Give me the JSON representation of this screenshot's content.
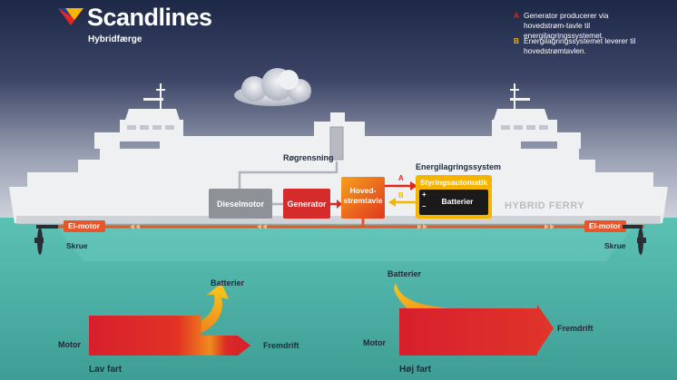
{
  "header": {
    "brand": "Scandlines",
    "subtitle": "Hybridfærge"
  },
  "legend": {
    "a_letter": "A",
    "a_text": "Generator producerer via hovedstrøm-tavle til energilagringssystemet.",
    "b_letter": "B",
    "b_text": "Energilagringssystemet leverer til hovedstrømtavlen."
  },
  "ship": {
    "exhaust_label": "Røgrensning",
    "storage_title": "Energilagringssystem",
    "diesel_label": "Dieselmotor",
    "generator_label": "Generator",
    "switchboard_label_1": "Hoved-",
    "switchboard_label_2": "strømtavle",
    "control_label": "Styringsautomatik",
    "battery_label": "Batterier",
    "plus": "+",
    "minus": "–",
    "arrow_a": "A",
    "arrow_b": "B",
    "hull_text": "HYBRID FERRY",
    "el_motor_left": "El-motor",
    "el_motor_right": "El-motor",
    "propeller_left": "Skrue",
    "propeller_right": "Skrue"
  },
  "low_speed": {
    "battery_label": "Batterier",
    "motor_label": "Motor",
    "output_label": "Fremdrift",
    "caption": "Lav fart"
  },
  "high_speed": {
    "battery_label": "Batterier",
    "motor_label": "Motor",
    "output_label": "Fremdrift",
    "caption": "Høj fart"
  },
  "colors": {
    "sky_top": "#1f2b4a",
    "sky_bottom": "#c8ccd6",
    "sea": "#4fb3a8",
    "ship": "#f2f3f5",
    "diesel": "#8e9196",
    "generator": "#d52b2b",
    "switchboard": "#f07a1e",
    "storage": "#f5b400",
    "battery": "#1a1a1a",
    "flow_line": "#e8552a",
    "accent_red": "#e0281e",
    "accent_yellow": "#f7b500"
  },
  "icons": {
    "logo": "scandlines-triangle-logo",
    "cloud": "smoke-cloud-icon",
    "propeller": "propeller-icon"
  }
}
